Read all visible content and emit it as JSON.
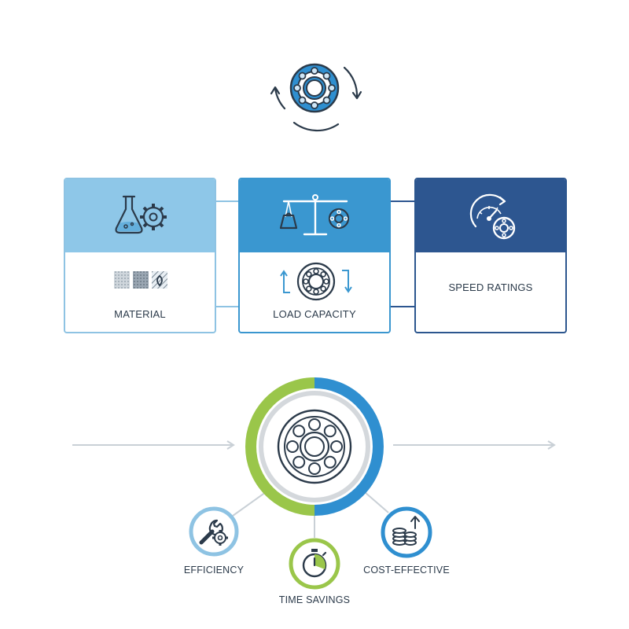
{
  "cards": [
    {
      "label": "MATERIAL",
      "head_color": "#8ec7e8"
    },
    {
      "label": "LOAD CAPACITY",
      "head_color": "#3a97d0"
    },
    {
      "label": "SPEED RATINGS",
      "head_color": "#2d5690"
    }
  ],
  "benefits": [
    {
      "label": "EFFICIENCY",
      "ring_color": "#8ec3e3",
      "icon": "wrench-gear-icon"
    },
    {
      "label": "TIME SAVINGS",
      "ring_color": "#9ac64a",
      "icon": "stopwatch-icon"
    },
    {
      "label": "COST-EFFECTIVE",
      "ring_color": "#2f8fd0",
      "icon": "coins-up-arrow-icon"
    }
  ],
  "hub_ring": {
    "green_share": 0.5,
    "blue_share": 0.5,
    "green": "#9ac64a",
    "blue": "#2f8fd0"
  },
  "colors": {
    "dark_line": "#2b3a4a",
    "light_blue": "#8ec3e3",
    "mid_blue": "#3a97d0",
    "navy": "#2d5690"
  }
}
